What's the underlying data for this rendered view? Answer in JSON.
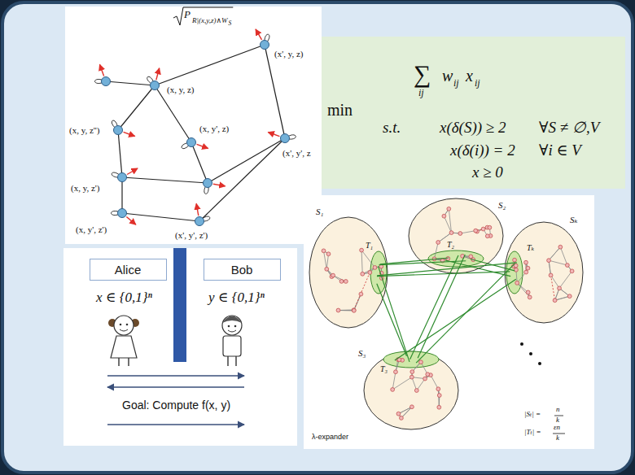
{
  "diagram": {
    "nodes": [
      {
        "text": [
          "Alice"
        ]
      },
      {
        "text": [
          "Bob"
        ]
      }
    ],
    "labels": [
      "P",
      "R|(x,y,z)∧W",
      "S",
      "(x, y, z'')",
      "(x, y, z)",
      "(x', y, z)",
      "(x, y, z')",
      "(x, y', z)",
      "(x', y', z",
      "(x, y', z')",
      "(x', y', z')",
      "min",
      "∑",
      "ij",
      "w",
      "ij",
      "x",
      "ij",
      "s.t.",
      "x(δ(S)) ≥ 2",
      "∀S ≠ ∅,V",
      "x(δ(i)) = 2",
      "∀i ∈ V",
      "x ≥ 0",
      "x ∈ {0,1}ⁿ",
      "y ∈ {0,1}ⁿ",
      "Goal: Compute f(x, y)",
      "S₁",
      "S₂",
      "S₃",
      "Sₖ",
      "T₁",
      "T₂",
      "T₃",
      "Tₖ",
      "λ-expander",
      "|Sₜ| =",
      "n",
      "k",
      "|Tₜ| =",
      "εn",
      "k"
    ]
  }
}
